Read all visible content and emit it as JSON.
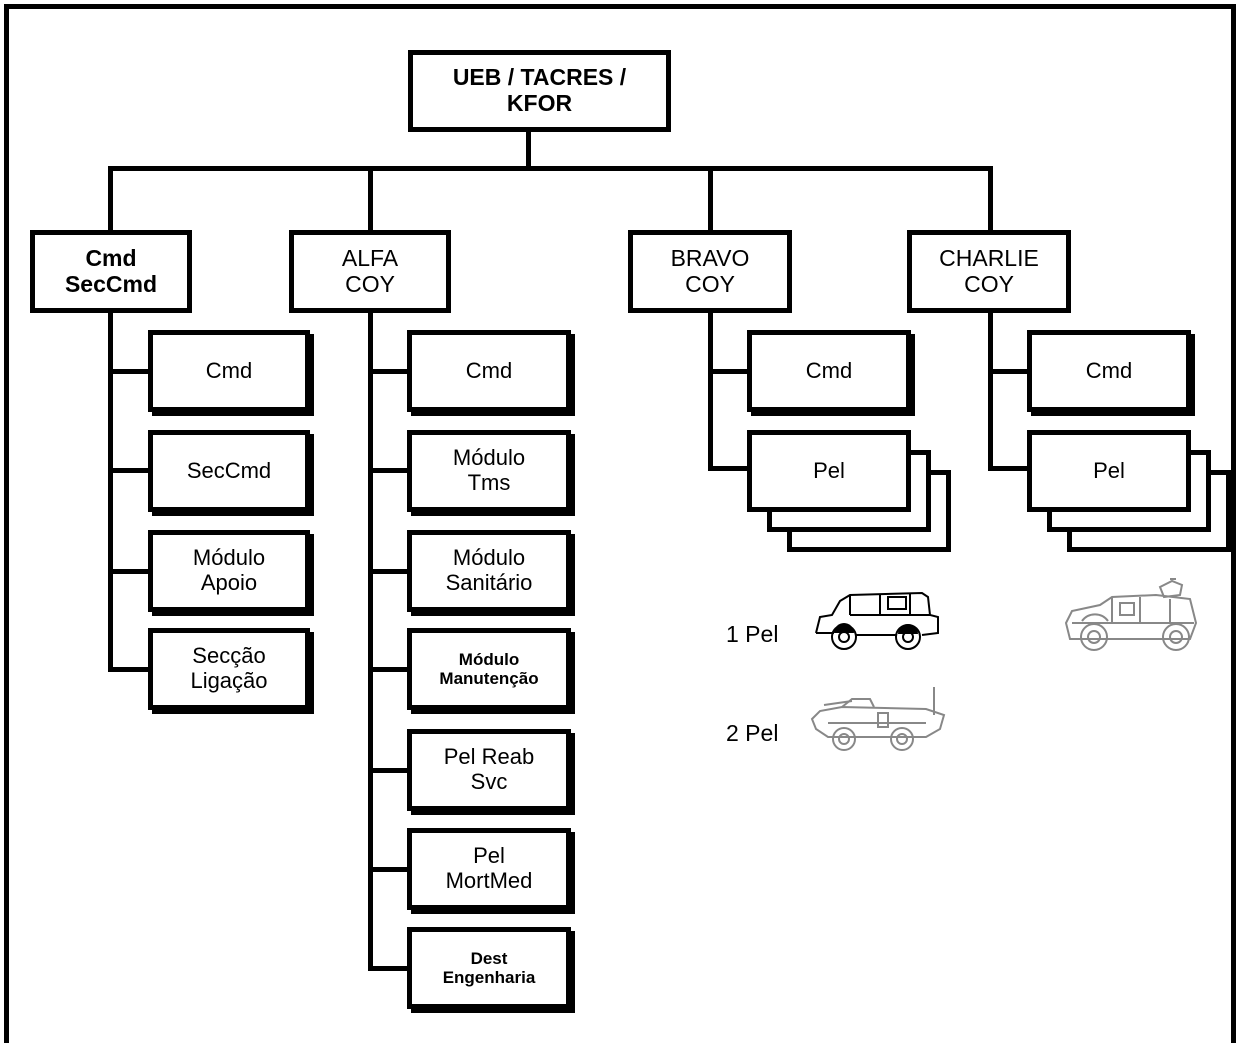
{
  "root": {
    "line1": "UEB / TACRES /",
    "line2": "KFOR"
  },
  "units": {
    "cmd_seccmd": {
      "line1": "Cmd",
      "line2": "SecCmd",
      "children": [
        {
          "line1": "Cmd",
          "line2": ""
        },
        {
          "line1": "SecCmd",
          "line2": ""
        },
        {
          "line1": "Módulo",
          "line2": "Apoio"
        },
        {
          "line1": "Secção",
          "line2": "Ligação"
        }
      ]
    },
    "alfa": {
      "line1": "ALFA",
      "line2": "COY",
      "children": [
        {
          "line1": "Cmd",
          "line2": ""
        },
        {
          "line1": "Módulo",
          "line2": "Tms"
        },
        {
          "line1": "Módulo",
          "line2": "Sanitário"
        },
        {
          "line1": "Módulo",
          "line2": "Manutenção"
        },
        {
          "line1": "Pel Reab",
          "line2": "Svc"
        },
        {
          "line1": "Pel",
          "line2": "MortMed"
        },
        {
          "line1": "Dest",
          "line2": "Engenharia"
        }
      ]
    },
    "bravo": {
      "line1": "BRAVO",
      "line2": "COY",
      "children": [
        {
          "line1": "Cmd",
          "line2": ""
        },
        {
          "line1": "Pel",
          "line2": ""
        }
      ]
    },
    "charlie": {
      "line1": "CHARLIE",
      "line2": "COY",
      "children": [
        {
          "line1": "Cmd",
          "line2": ""
        },
        {
          "line1": "Pel",
          "line2": ""
        }
      ]
    }
  },
  "vehicle_labels": {
    "pel1": "1 Pel",
    "pel2": "2 Pel"
  },
  "icons": [
    "light-utility-vehicle-icon",
    "wheeled-armored-vehicle-icon",
    "armored-patrol-vehicle-icon"
  ]
}
